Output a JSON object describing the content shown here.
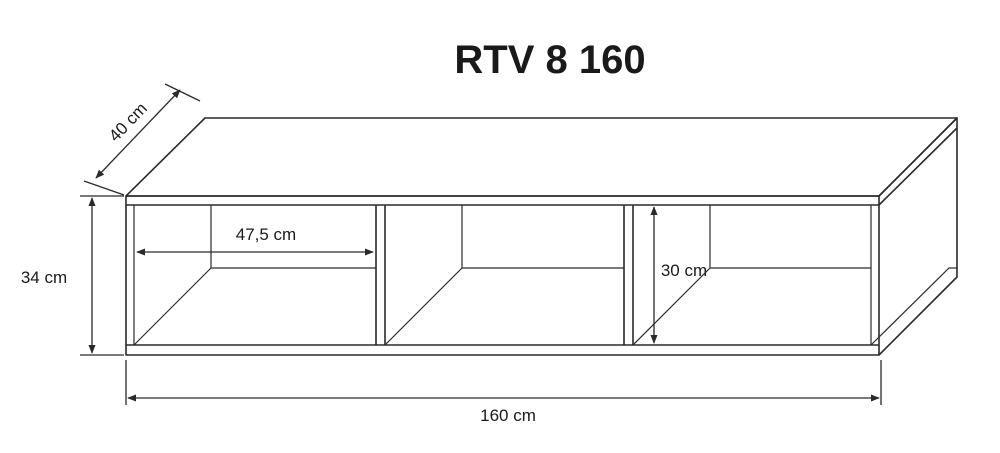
{
  "title": "RTV 8 160",
  "dimensions": {
    "depth": "40 cm",
    "height": "34 cm",
    "compartment_width": "47,5 cm",
    "inner_height": "30 cm",
    "width": "160 cm"
  }
}
